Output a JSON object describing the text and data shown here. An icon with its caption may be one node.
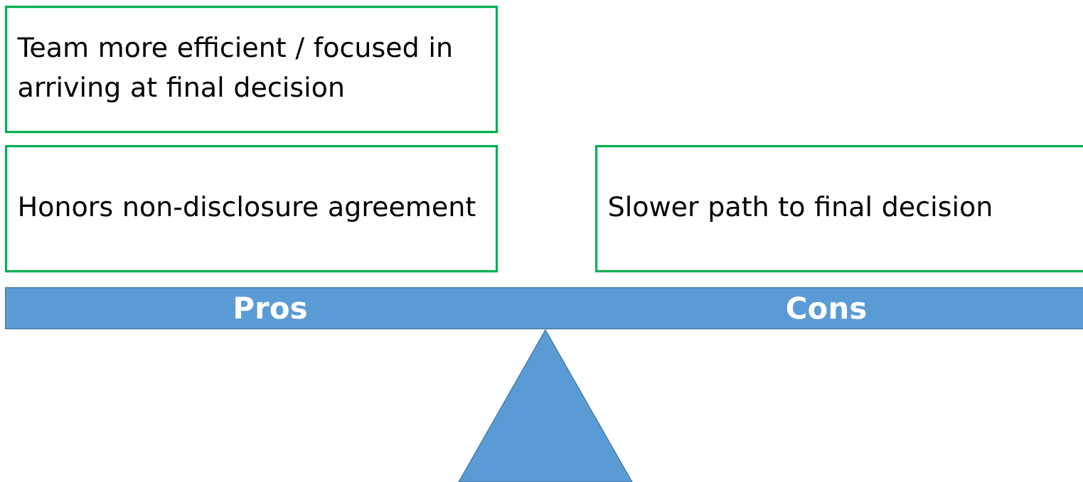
{
  "diagram": {
    "nodes": [
      {
        "text": [
          "Team more efficient / focused in arriving at final decision"
        ]
      },
      {
        "text": [
          "Honors non-disclosure agreement"
        ]
      },
      {
        "text": [
          "Slower path to final decision"
        ]
      },
      {
        "text": [
          "Pros",
          "Cons"
        ]
      }
    ]
  }
}
